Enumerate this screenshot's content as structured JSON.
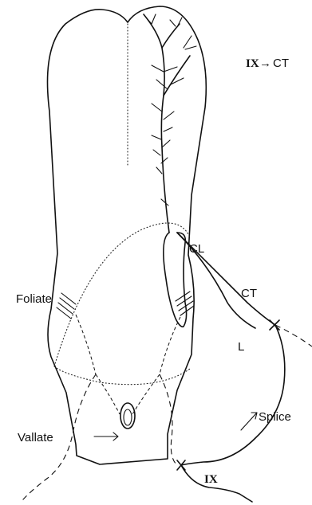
{
  "labels": {
    "title_nerve": "IX",
    "title_arrow": "→",
    "title_target": "CT",
    "chorda_lingual": "CL",
    "chorda_tympani": "CT",
    "lingual": "L",
    "foliate": "Foliate",
    "vallate": "Vallate",
    "splice": "Splice",
    "glossopharyngeal": "IX"
  }
}
